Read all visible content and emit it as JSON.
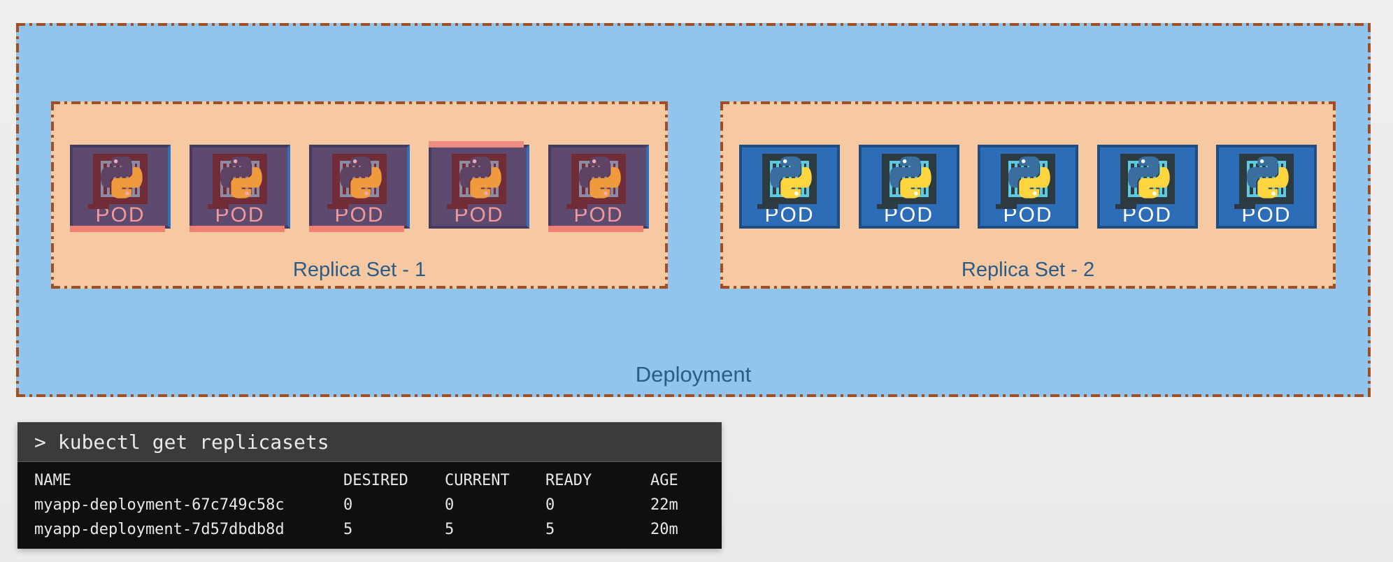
{
  "diagram": {
    "deployment": {
      "label": "Deployment",
      "fill": "#92c5ee",
      "border_color": "#a04e22"
    },
    "replica_sets": [
      {
        "label": "Replica Set - 1",
        "state": "scaled-down",
        "fill": "#f6c9a2",
        "border_color": "#a04e22",
        "pods": [
          {
            "label": "POD",
            "tint_band": "bottom"
          },
          {
            "label": "POD",
            "tint_band": "bottom"
          },
          {
            "label": "POD",
            "tint_band": "bottom"
          },
          {
            "label": "POD",
            "tint_band": "top"
          },
          {
            "label": "POD",
            "tint_band": "bottom"
          }
        ]
      },
      {
        "label": "Replica Set - 2",
        "state": "active",
        "fill": "#f6c9a2",
        "border_color": "#a04e22",
        "pods": [
          {
            "label": "POD",
            "tint_band": "none"
          },
          {
            "label": "POD",
            "tint_band": "none"
          },
          {
            "label": "POD",
            "tint_band": "none"
          },
          {
            "label": "POD",
            "tint_band": "none"
          },
          {
            "label": "POD",
            "tint_band": "none"
          }
        ]
      }
    ]
  },
  "terminal": {
    "prompt": ">",
    "command": "kubectl get replicasets",
    "table": {
      "headers": [
        "NAME",
        "DESIRED",
        "CURRENT",
        "READY",
        "AGE"
      ],
      "rows": [
        [
          "myapp-deployment-67c749c58c",
          "0",
          "0",
          "0",
          "22m"
        ],
        [
          "myapp-deployment-7d57dbdb8d",
          "5",
          "5",
          "5",
          "20m"
        ]
      ]
    }
  },
  "colors": {
    "label_text": "#2a5c88",
    "pod_active_fill": "#2d6cb7",
    "pod_inactive_fill": "#5d4a6e",
    "python_blue": "#3a6e9f",
    "python_yellow": "#fdd53f",
    "cage_cyan": "#5fc9df",
    "cage_charcoal": "#2c3a41",
    "inactive_band": "#ee8173",
    "terminal_header_bg": "#3b3b3b",
    "terminal_body_bg": "#0f0f0f",
    "page_bg": "#eeedeb"
  }
}
